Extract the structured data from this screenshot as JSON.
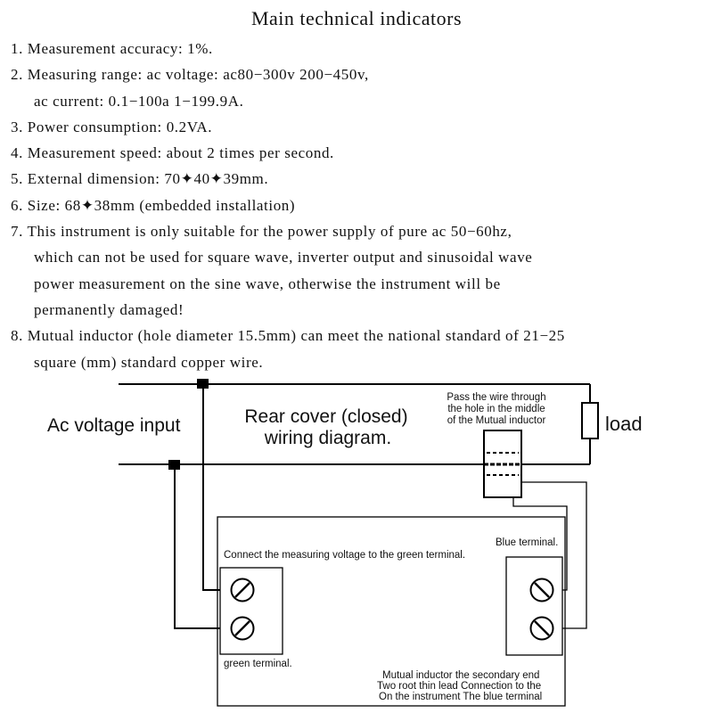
{
  "title": "Main technical indicators",
  "specs": [
    [
      "1. Measurement accuracy: 1%."
    ],
    [
      "2. Measuring range: ac voltage: ac80−300v 200−450v,",
      "ac current: 0.1−100a 1−199.9A."
    ],
    [
      "3. Power consumption: 0.2VA."
    ],
    [
      "4. Measurement speed: about 2 times per second."
    ],
    [
      "5. External dimension: 70✦40✦39mm."
    ],
    [
      "6. Size: 68✦38mm (embedded installation)"
    ],
    [
      "7. This instrument is only suitable for the power supply of pure ac 50−60hz,",
      "which can not be used for square wave, inverter output and sinusoidal wave",
      "power measurement on the sine wave, otherwise the instrument will be",
      "permanently damaged!"
    ],
    [
      "8. Mutual inductor (hole diameter 15.5mm) can meet the national standard of 21−25",
      "square (mm) standard copper wire."
    ]
  ],
  "diagram": {
    "ac_voltage_input": "Ac voltage input",
    "rear_cover_line1": "Rear cover (closed)",
    "rear_cover_line2": "wiring diagram.",
    "pass_wire_line1": "Pass the wire through",
    "pass_wire_line2": "the hole in the middle",
    "pass_wire_line3": "of the Mutual inductor",
    "load": "load",
    "blue_terminal": "Blue terminal.",
    "connect_voltage": "Connect the measuring voltage to the green terminal.",
    "green_terminal": "green terminal.",
    "secondary_line1": "Mutual inductor the secondary  end",
    "secondary_line2": "Two root thin lead Connection to the",
    "secondary_line3": "On the instrument The blue terminal"
  }
}
